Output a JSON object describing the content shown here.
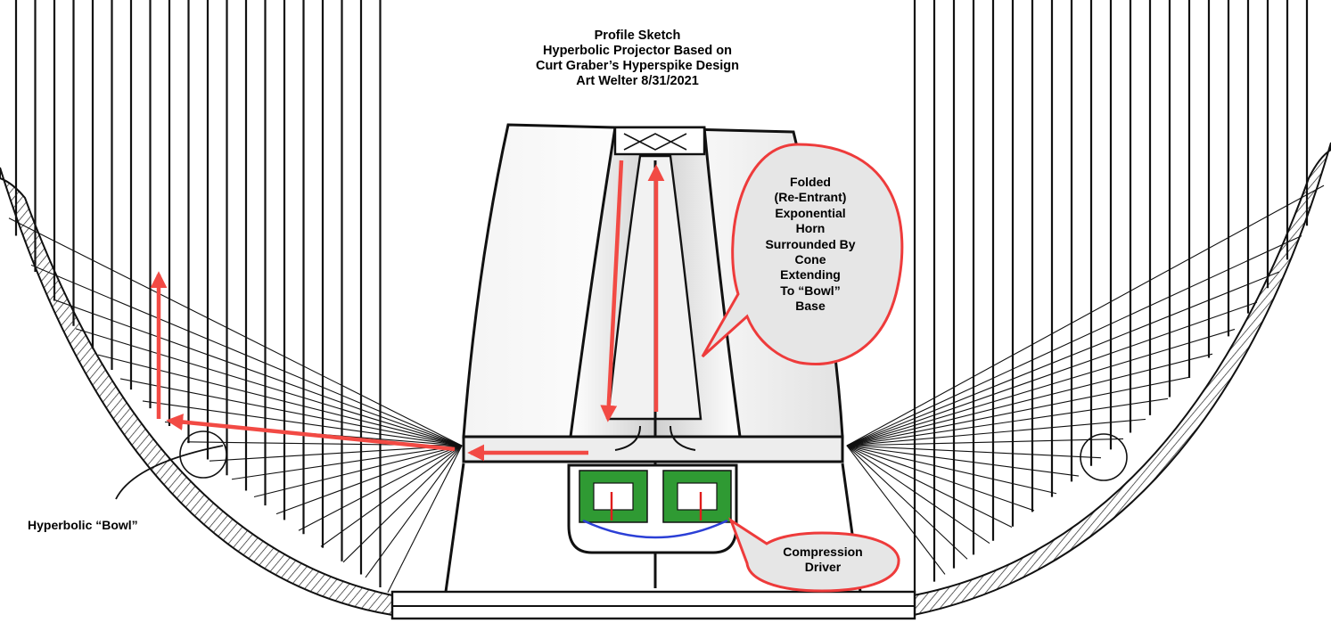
{
  "title": {
    "lines": [
      "Profile Sketch",
      "Hyperbolic Projector Based on",
      "Curt Graber’s Hyperspike Design",
      "Art Welter 8/31/2021"
    ]
  },
  "labels": {
    "bowl": "Hyperbolic “Bowl”"
  },
  "callouts": {
    "horn": {
      "lines": [
        "Folded",
        "(Re-Entrant)",
        "Exponential",
        "Horn",
        "Surrounded By",
        "Cone",
        "Extending",
        "To “Bowl”",
        "Base"
      ]
    },
    "driver": {
      "lines": [
        "Compression",
        "Driver"
      ]
    }
  },
  "colors": {
    "arrow": "#f24a44",
    "callout_border": "#ee3b3b",
    "callout_fill": "#e6e6e6",
    "driver_magnet": "#2f9a33",
    "diaphragm": "#2b3fd6",
    "voice_coil": "#e01c1c",
    "linework": "#111111"
  }
}
